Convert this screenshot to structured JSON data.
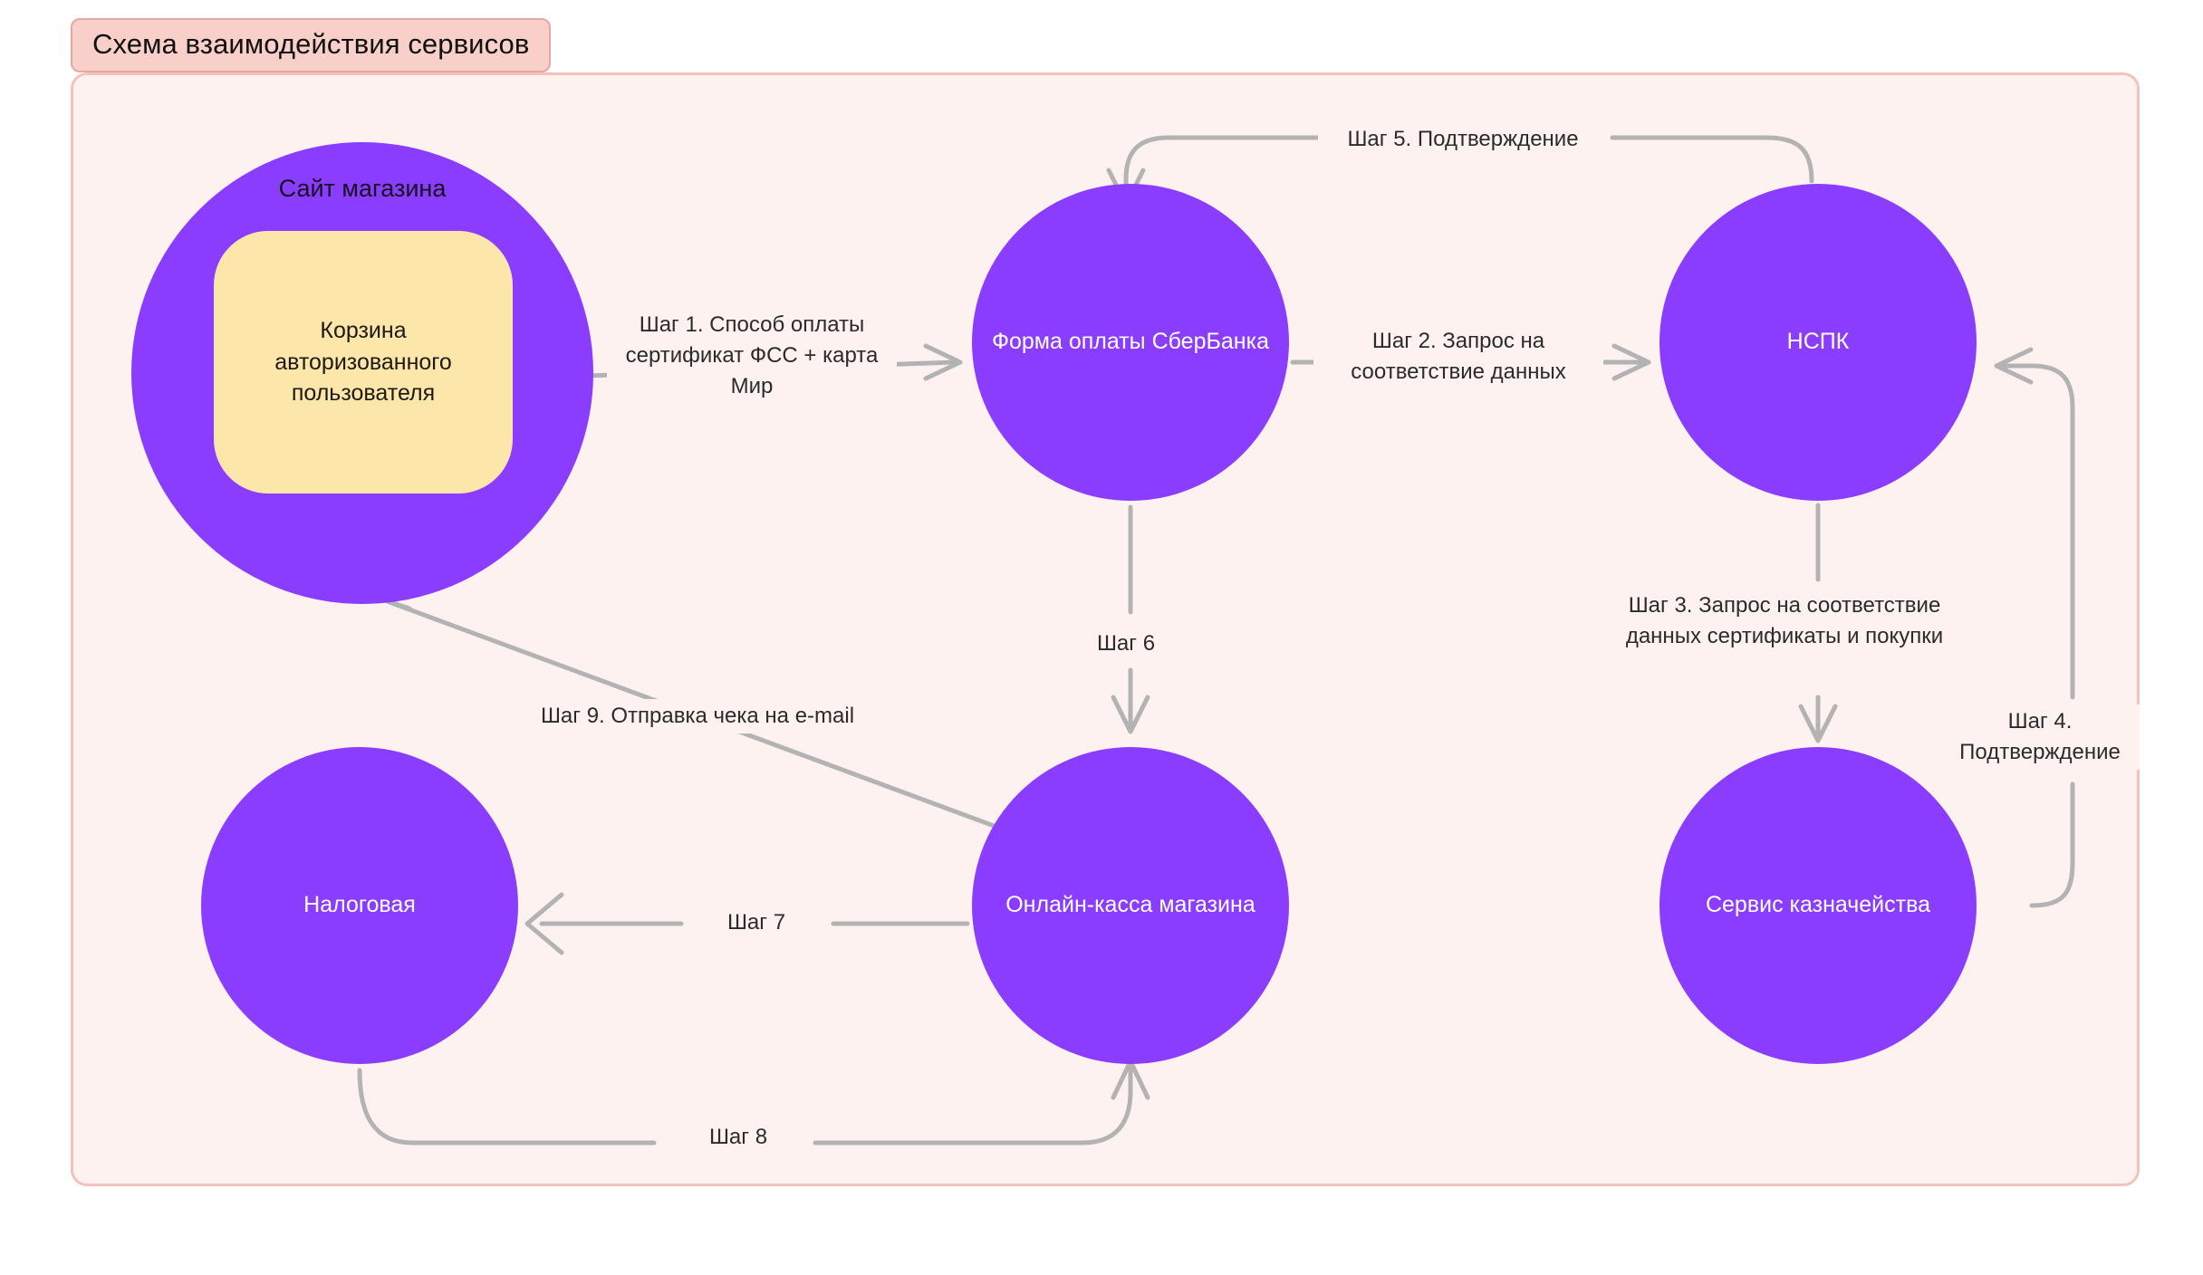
{
  "title": "Схема взаимодействия сервисов",
  "colors": {
    "panel_background": "#fdf2f0",
    "panel_border": "#f3c3bb",
    "title_background": "#f9cfc9",
    "title_border": "#e8a89f",
    "node_purple": "#8b3dff",
    "node_yellow": "#fde6a9",
    "edge_gray": "#b3b3b3",
    "text_dark": "#2b2b2b",
    "text_light": "#ffffff"
  },
  "chart_data": {
    "type": "diagram",
    "title": "Схема взаимодействия сервисов",
    "nodes": [
      {
        "id": "shop-site",
        "label": "Сайт магазина",
        "shape": "circle",
        "color": "#8b3dff",
        "text_color": "#16111d"
      },
      {
        "id": "cart",
        "label": "Корзина авторизованного пользователя",
        "shape": "rounded-rect",
        "color": "#fde6a9",
        "text_color": "#1d1a16",
        "parent": "shop-site"
      },
      {
        "id": "sber",
        "label": "Форма оплаты СберБанка",
        "shape": "circle",
        "color": "#8b3dff",
        "text_color": "#ffffff"
      },
      {
        "id": "nspk",
        "label": "НСПК",
        "shape": "circle",
        "color": "#8b3dff",
        "text_color": "#ffffff"
      },
      {
        "id": "treasury",
        "label": "Сервис казначейства",
        "shape": "circle",
        "color": "#8b3dff",
        "text_color": "#ffffff"
      },
      {
        "id": "kassa",
        "label": "Онлайн-касса магазина",
        "shape": "circle",
        "color": "#8b3dff",
        "text_color": "#ffffff"
      },
      {
        "id": "tax",
        "label": "Налоговая",
        "shape": "circle",
        "color": "#8b3dff",
        "text_color": "#ffffff"
      }
    ],
    "edges": [
      {
        "from": "cart",
        "to": "sber",
        "label": "Шаг 1. Способ оплаты сертификат ФСС + карта Мир"
      },
      {
        "from": "sber",
        "to": "nspk",
        "label": "Шаг 2. Запрос на соответствие данных"
      },
      {
        "from": "nspk",
        "to": "treasury",
        "label": "Шаг 3. Запрос на соответствие данных сертификаты и покупки"
      },
      {
        "from": "treasury",
        "to": "nspk",
        "label": "Шаг 4. Подтверждение"
      },
      {
        "from": "nspk",
        "to": "sber",
        "label": "Шаг 5. Подтверждение"
      },
      {
        "from": "sber",
        "to": "kassa",
        "label": "Шаг 6"
      },
      {
        "from": "kassa",
        "to": "tax",
        "label": "Шаг 7"
      },
      {
        "from": "tax",
        "to": "kassa",
        "label": "Шаг 8"
      },
      {
        "from": "kassa",
        "to": "shop-site",
        "label": "Шаг 9. Отправка чека на e-mail"
      }
    ]
  },
  "nodes": {
    "shop_site": "Сайт магазина",
    "cart": "Корзина авторизованного пользователя",
    "sber": "Форма оплаты СберБанка",
    "nspk": "НСПК",
    "treasury": "Сервис казначейства",
    "kassa": "Онлайн-касса магазина",
    "tax": "Налоговая"
  },
  "labels": {
    "step1": "Шаг 1. Способ оплаты сертификат ФСС + карта Мир",
    "step2": "Шаг 2. Запрос на соответствие данных",
    "step3": "Шаг 3. Запрос на соответствие данных сертификаты и покупки",
    "step4": "Шаг 4. Подтверждение",
    "step5": "Шаг 5. Подтверждение",
    "step6": "Шаг 6",
    "step7": "Шаг 7",
    "step8": "Шаг 8",
    "step9": "Шаг 9. Отправка чека на e-mail"
  }
}
